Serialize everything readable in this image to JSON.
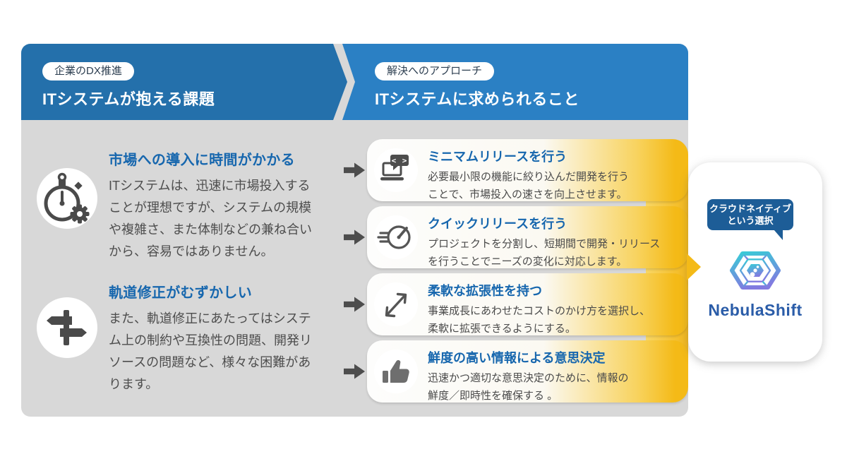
{
  "colors": {
    "panel_gray": "#d8d8d8",
    "header_left_blue": "#2470ab",
    "header_right_blue": "#2b80c4",
    "title_blue": "#1767ae",
    "accent_yellow": "#f4ba17",
    "bubble_blue": "#1d5d97",
    "brand_blue": "#2a5ca8",
    "icon_gray": "#4a4a4a",
    "logo_gradient_start": "#3cc8d7",
    "logo_gradient_end": "#827ae0"
  },
  "header_left": {
    "badge": "企業のDX推進",
    "title": "ITシステムが抱える課題"
  },
  "header_right": {
    "badge": "解決へのアプローチ",
    "title": "ITシステムに求められること"
  },
  "problems": [
    {
      "icon": "stopwatch-gear-icon",
      "title": "市場への導入に時間がかかる",
      "body": "ITシステムは、迅速に市場投入する\nことが理想ですが、システムの規模\nや複雑さ、また体制などの兼ね合い\nから、容易ではありません。"
    },
    {
      "icon": "signpost-icon",
      "title": "軌道修正がむずかしい",
      "body": "また、軌道修正にあたってはシステ\nム上の制約や互換性の問題、開発リ\nソースの問題など、様々な困難があ\nります。"
    }
  ],
  "approaches": [
    {
      "icon": "laptop-code-icon",
      "title": "ミニマムリリースを行う",
      "body": "必要最小限の機能に絞り込んだ開発を行う\nことで、市場投入の速さを向上させます。"
    },
    {
      "icon": "quick-timer-icon",
      "title": "クイックリリースを行う",
      "body": "プロジェクトを分割し、短期間で開発・リリース\nを行うことでニーズの変化に対応します。"
    },
    {
      "icon": "expand-arrows-icon",
      "title": "柔軟な拡張性を持つ",
      "body": "事業成長にあわせたコストのかけ方を選択し、\n柔軟に拡張できるようにする。"
    },
    {
      "icon": "thumbs-up-icon",
      "title": "鮮度の高い情報による意思決定",
      "body": "迅速かつ適切な意思決定のために、情報の\n鮮度／即時性を確保する 。"
    }
  ],
  "result_card": {
    "bubble_line1": "クラウドネイティブ",
    "bubble_line2": "という選択",
    "brand": "NebulaShift"
  }
}
